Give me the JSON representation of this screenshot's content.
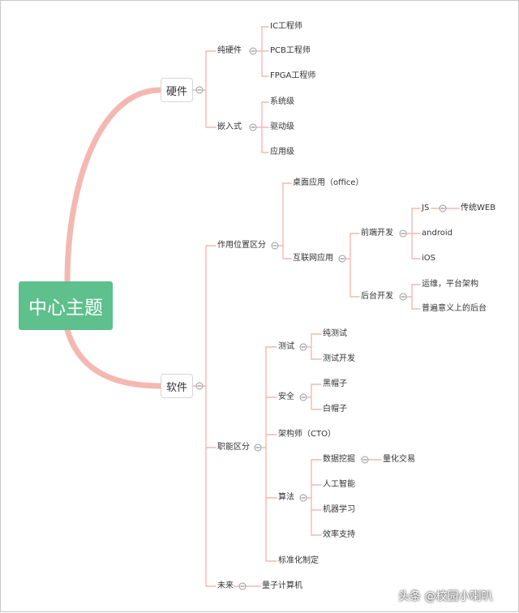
{
  "mindmap": {
    "root": "中心主题",
    "hardware": {
      "label": "硬件",
      "pure": {
        "label": "纯硬件",
        "children": [
          "IC工程师",
          "PCB工程师",
          "FPGA工程师"
        ]
      },
      "embedded": {
        "label": "嵌入式",
        "children": [
          "系统级",
          "驱动级",
          "应用级"
        ]
      }
    },
    "software": {
      "label": "软件",
      "position": {
        "label": "作用位置区分",
        "desktop": "桌面应用（office）",
        "internet": {
          "label": "互联网应用",
          "frontend": {
            "label": "前端开发",
            "js": "JS",
            "web": "传统WEB",
            "android": "android",
            "ios": "iOS"
          },
          "backend": {
            "label": "后台开发",
            "ops": "运维，平台架构",
            "general": "普遍意义上的后台"
          }
        }
      },
      "function": {
        "label": "职能区分",
        "testing": {
          "label": "测试",
          "children": [
            "纯测试",
            "测试开发"
          ]
        },
        "security": {
          "label": "安全",
          "children": [
            "黑帽子",
            "白帽子"
          ]
        },
        "architect": "架构师（CTO）",
        "algorithm": {
          "label": "算法",
          "mining": "数据挖掘",
          "quant": "量化交易",
          "ai": "人工智能",
          "ml": "机器学习",
          "efficiency": "效率支持"
        },
        "standard": "标准化制定"
      },
      "future": {
        "label": "未来",
        "quantum": "量子计算机"
      }
    }
  },
  "watermark": "头条 @校园小喇叭",
  "colors": {
    "root_fill": "#5ec08c",
    "branch": "#f4b8b0",
    "text": "#333333",
    "background": "#ffffff"
  }
}
